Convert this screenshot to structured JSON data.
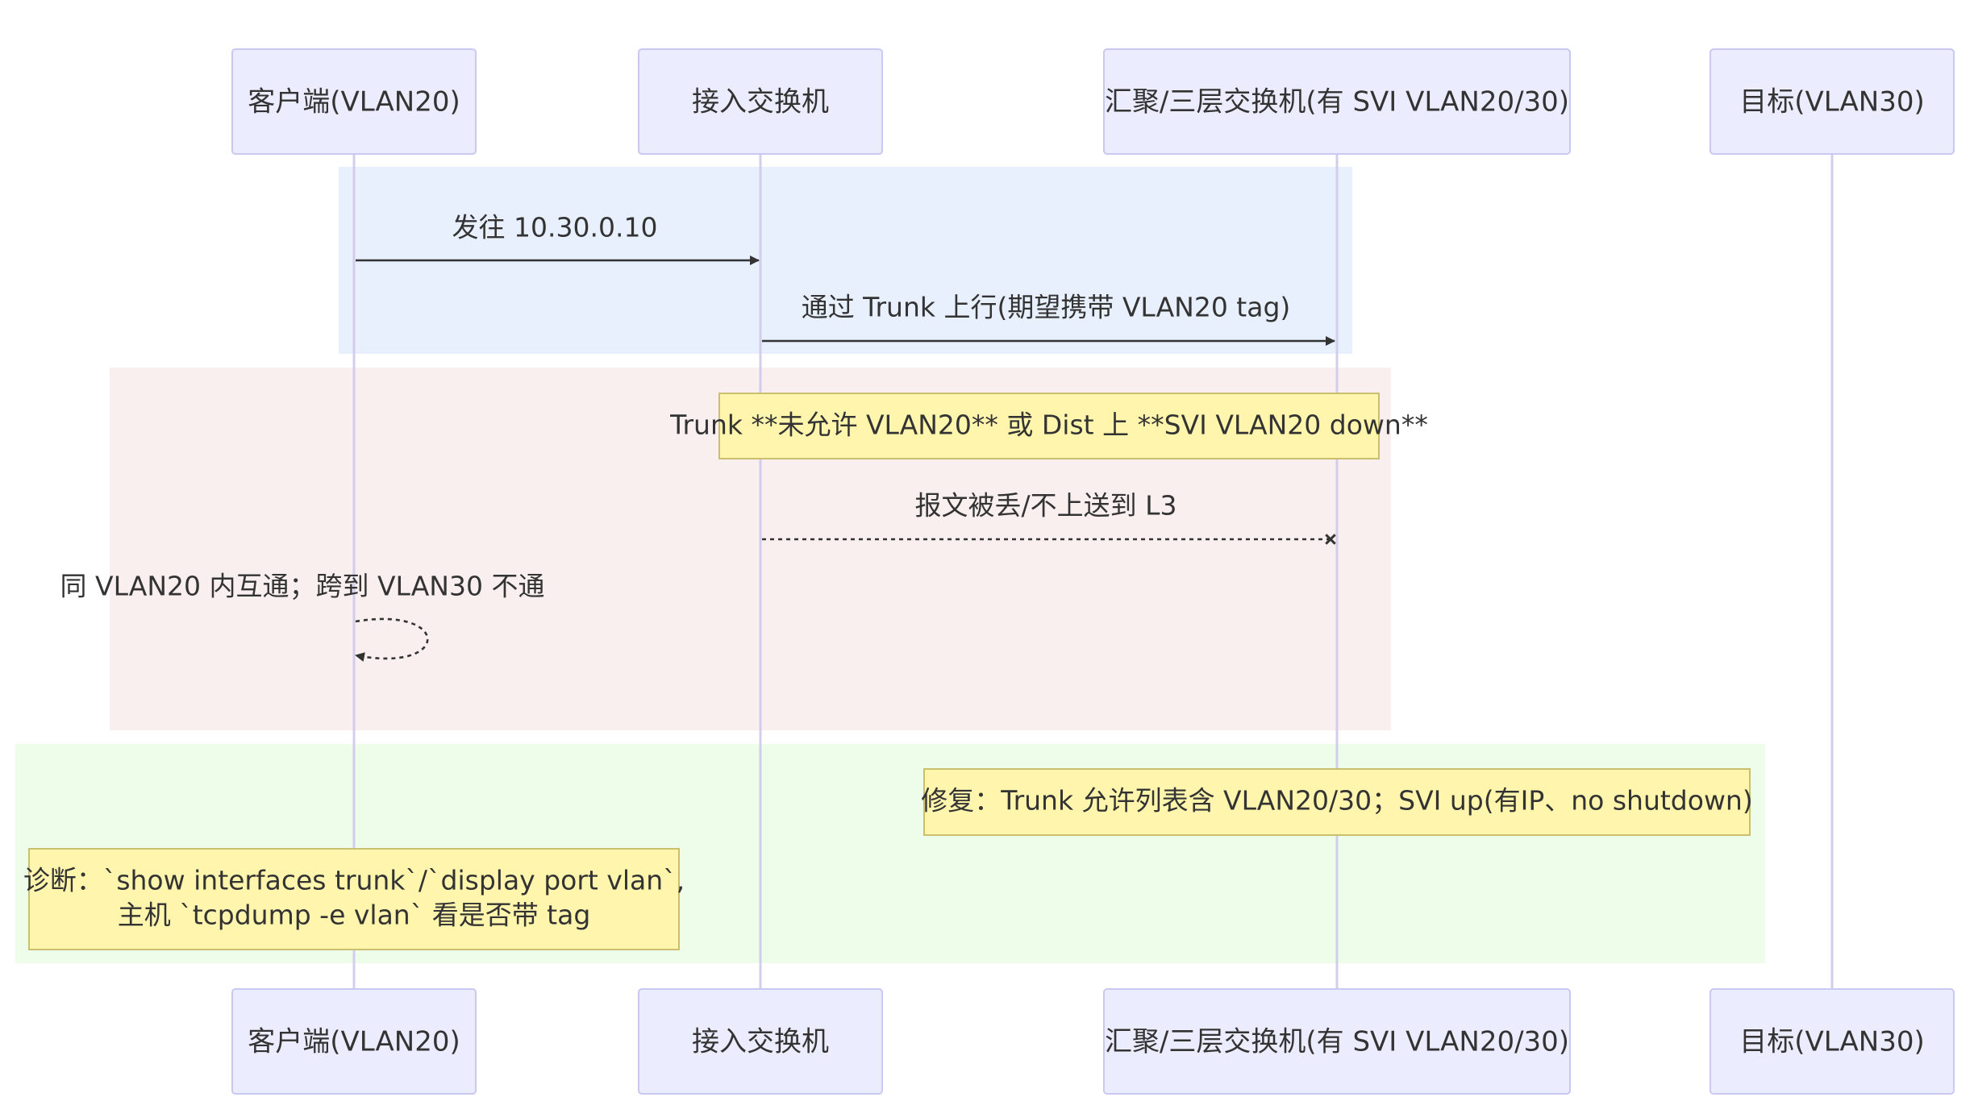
{
  "actors": {
    "client": "客户端(VLAN20)",
    "access": "接入交换机",
    "dist": "汇聚/三层交换机(有 SVI VLAN20/30)",
    "target": "目标(VLAN30)"
  },
  "messages": {
    "m1": "发往 10.30.0.10",
    "m2": "通过 Trunk 上行(期望携带 VLAN20 tag)",
    "m3": "报文被丢/不上送到 L3",
    "m4": "同 VLAN20 内互通；跨到 VLAN30 不通"
  },
  "notes": {
    "n1": "Trunk **未允许 VLAN20** 或 Dist 上 **SVI VLAN20 down**",
    "n2": "修复：Trunk 允许列表含 VLAN20/30；SVI up(有IP、no shutdown)",
    "n3_line1": "诊断：`show interfaces trunk`/`display port vlan`,",
    "n3_line2": "主机 `tcpdump -e vlan` 看是否带 tag"
  },
  "colors": {
    "rect_blue": "#e8f0fe",
    "rect_red": "#f9efef",
    "rect_green": "#eefdea",
    "actor_fill": "#ececff",
    "note_fill": "#fff5ad"
  }
}
